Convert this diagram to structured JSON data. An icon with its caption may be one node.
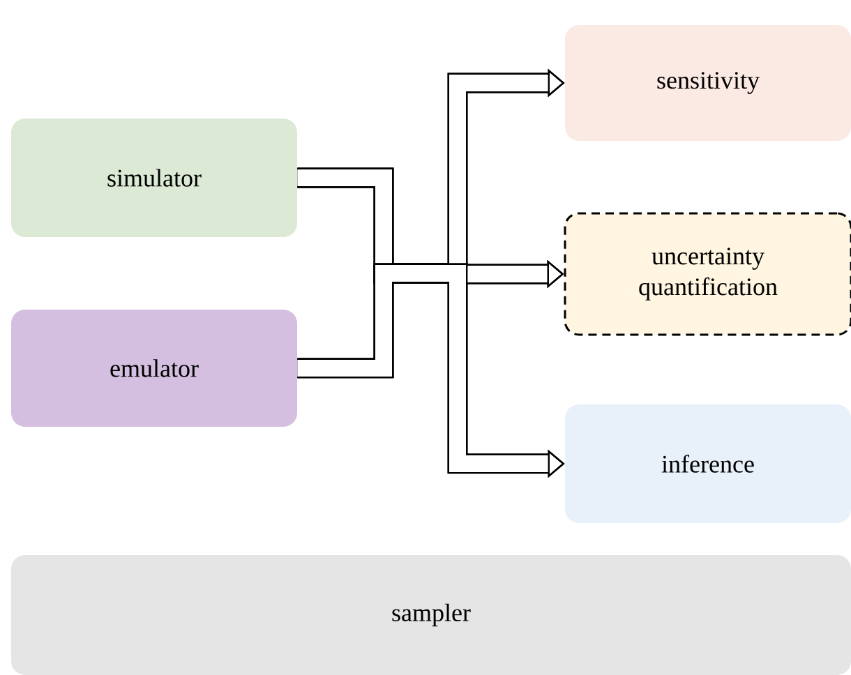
{
  "diagram": {
    "nodes": [
      {
        "text": [
          "simulator"
        ]
      },
      {
        "text": [
          "emulator"
        ]
      },
      {
        "text": [
          "sensitivity"
        ]
      },
      {
        "text": [
          "uncertainty quantification"
        ]
      },
      {
        "text": [
          "inference"
        ]
      },
      {
        "text": [
          "sampler"
        ]
      }
    ],
    "edges": [
      {
        "from": 0,
        "to": 2,
        "arrow": "to"
      },
      {
        "from": 0,
        "to": 3,
        "arrow": "to"
      },
      {
        "from": 0,
        "to": 4,
        "arrow": "to"
      },
      {
        "from": 1,
        "to": 2,
        "arrow": "to"
      },
      {
        "from": 1,
        "to": 3,
        "arrow": "to"
      },
      {
        "from": 1,
        "to": 4,
        "arrow": "to"
      }
    ]
  }
}
